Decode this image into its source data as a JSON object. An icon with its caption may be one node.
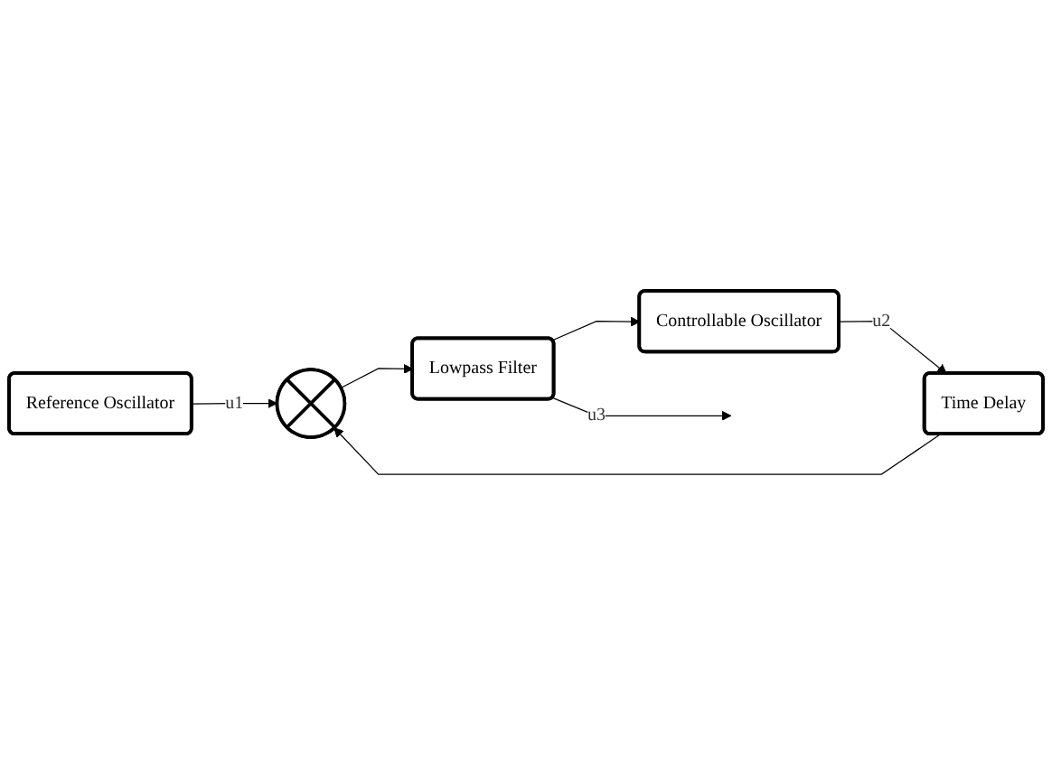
{
  "diagram": {
    "nodes": [
      {
        "text": [
          "Reference Oscillator"
        ]
      },
      {
        "text": [],
        "shape": "circle"
      },
      {
        "text": [
          "Lowpass Filter"
        ]
      },
      {
        "text": [
          "Controllable Oscillator"
        ]
      },
      {
        "text": [
          "Time Delay"
        ]
      }
    ],
    "edges": [
      {
        "from": 0,
        "to": 1,
        "arrow": "to",
        "label": "u1"
      },
      {
        "from": 1,
        "to": 2,
        "arrow": "to"
      },
      {
        "from": 2,
        "to": null,
        "arrow": "to",
        "label": "u3"
      },
      {
        "from": 2,
        "to": 3,
        "arrow": "to"
      },
      {
        "from": 3,
        "to": 4,
        "arrow": "to",
        "label": "u2"
      },
      {
        "from": 4,
        "to": 1,
        "arrow": "to"
      }
    ]
  }
}
